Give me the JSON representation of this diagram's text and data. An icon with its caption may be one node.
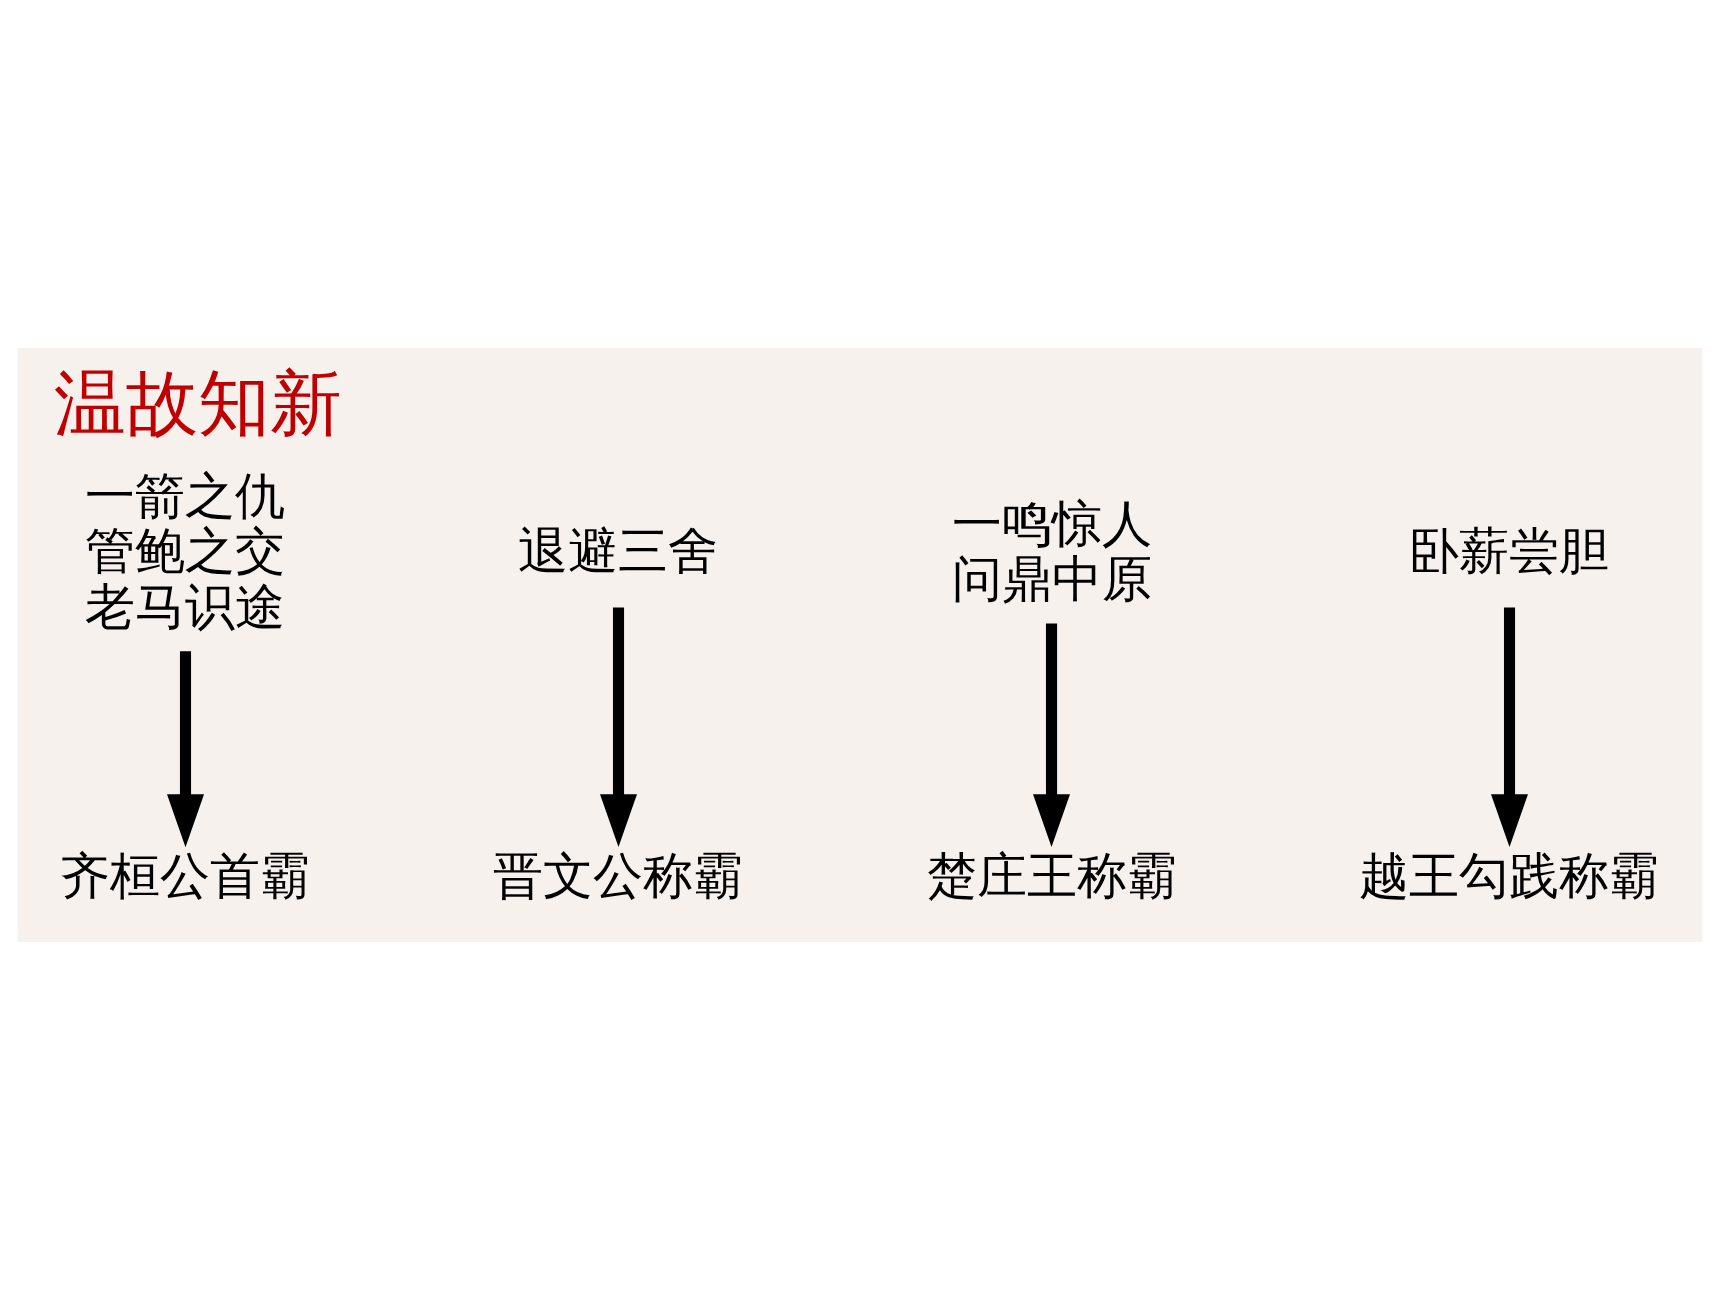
{
  "diagram": {
    "title": "温故知新",
    "nodes": [
      {
        "text": [
          "一箭之仇",
          "管鲍之交",
          "老马识途"
        ]
      },
      {
        "text": [
          "退避三舍"
        ]
      },
      {
        "text": [
          "一鸣惊人",
          "问鼎中原"
        ]
      },
      {
        "text": [
          "卧薪尝胆"
        ]
      },
      {
        "text": [
          "齐桓公首霸"
        ]
      },
      {
        "text": [
          "晋文公称霸"
        ]
      },
      {
        "text": [
          "楚庄王称霸"
        ]
      },
      {
        "text": [
          "越王勾践称霸"
        ]
      }
    ],
    "edges": [
      {
        "from": 0,
        "to": 4,
        "arrow": "to"
      },
      {
        "from": 1,
        "to": 5,
        "arrow": "to"
      },
      {
        "from": 2,
        "to": 6,
        "arrow": "to"
      },
      {
        "from": 3,
        "to": 7,
        "arrow": "to"
      }
    ]
  }
}
